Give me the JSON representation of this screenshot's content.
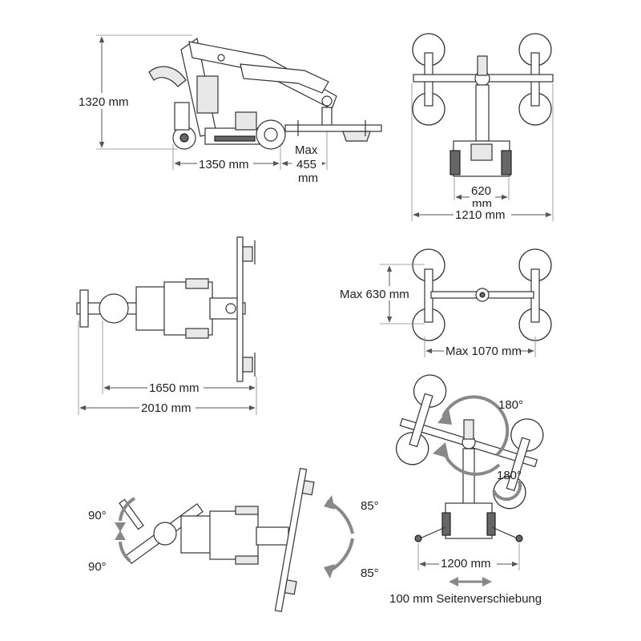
{
  "views": {
    "side": {
      "height_label": "1320 mm",
      "length_label": "1350 mm",
      "reach_label_line1": "Max",
      "reach_label_line2": "455",
      "reach_label_line3": "mm"
    },
    "front": {
      "track_line1": "620",
      "track_line2": "mm",
      "width_label": "1210 mm"
    },
    "top": {
      "inner_length_label": "1650 mm",
      "total_length_label": "2010 mm"
    },
    "frame": {
      "height_label": "Max 630 mm",
      "width_label": "Max 1070 mm"
    },
    "rotation": {
      "upper_angle_label": "180°",
      "lower_angle_label": "180°",
      "base_width_label": "1200 mm",
      "side_shift_label": "100 mm Seitenverschiebung"
    },
    "tilt": {
      "left_upper_label": "90°",
      "left_lower_label": "90°",
      "right_upper_label": "85°",
      "right_lower_label": "85°"
    }
  }
}
